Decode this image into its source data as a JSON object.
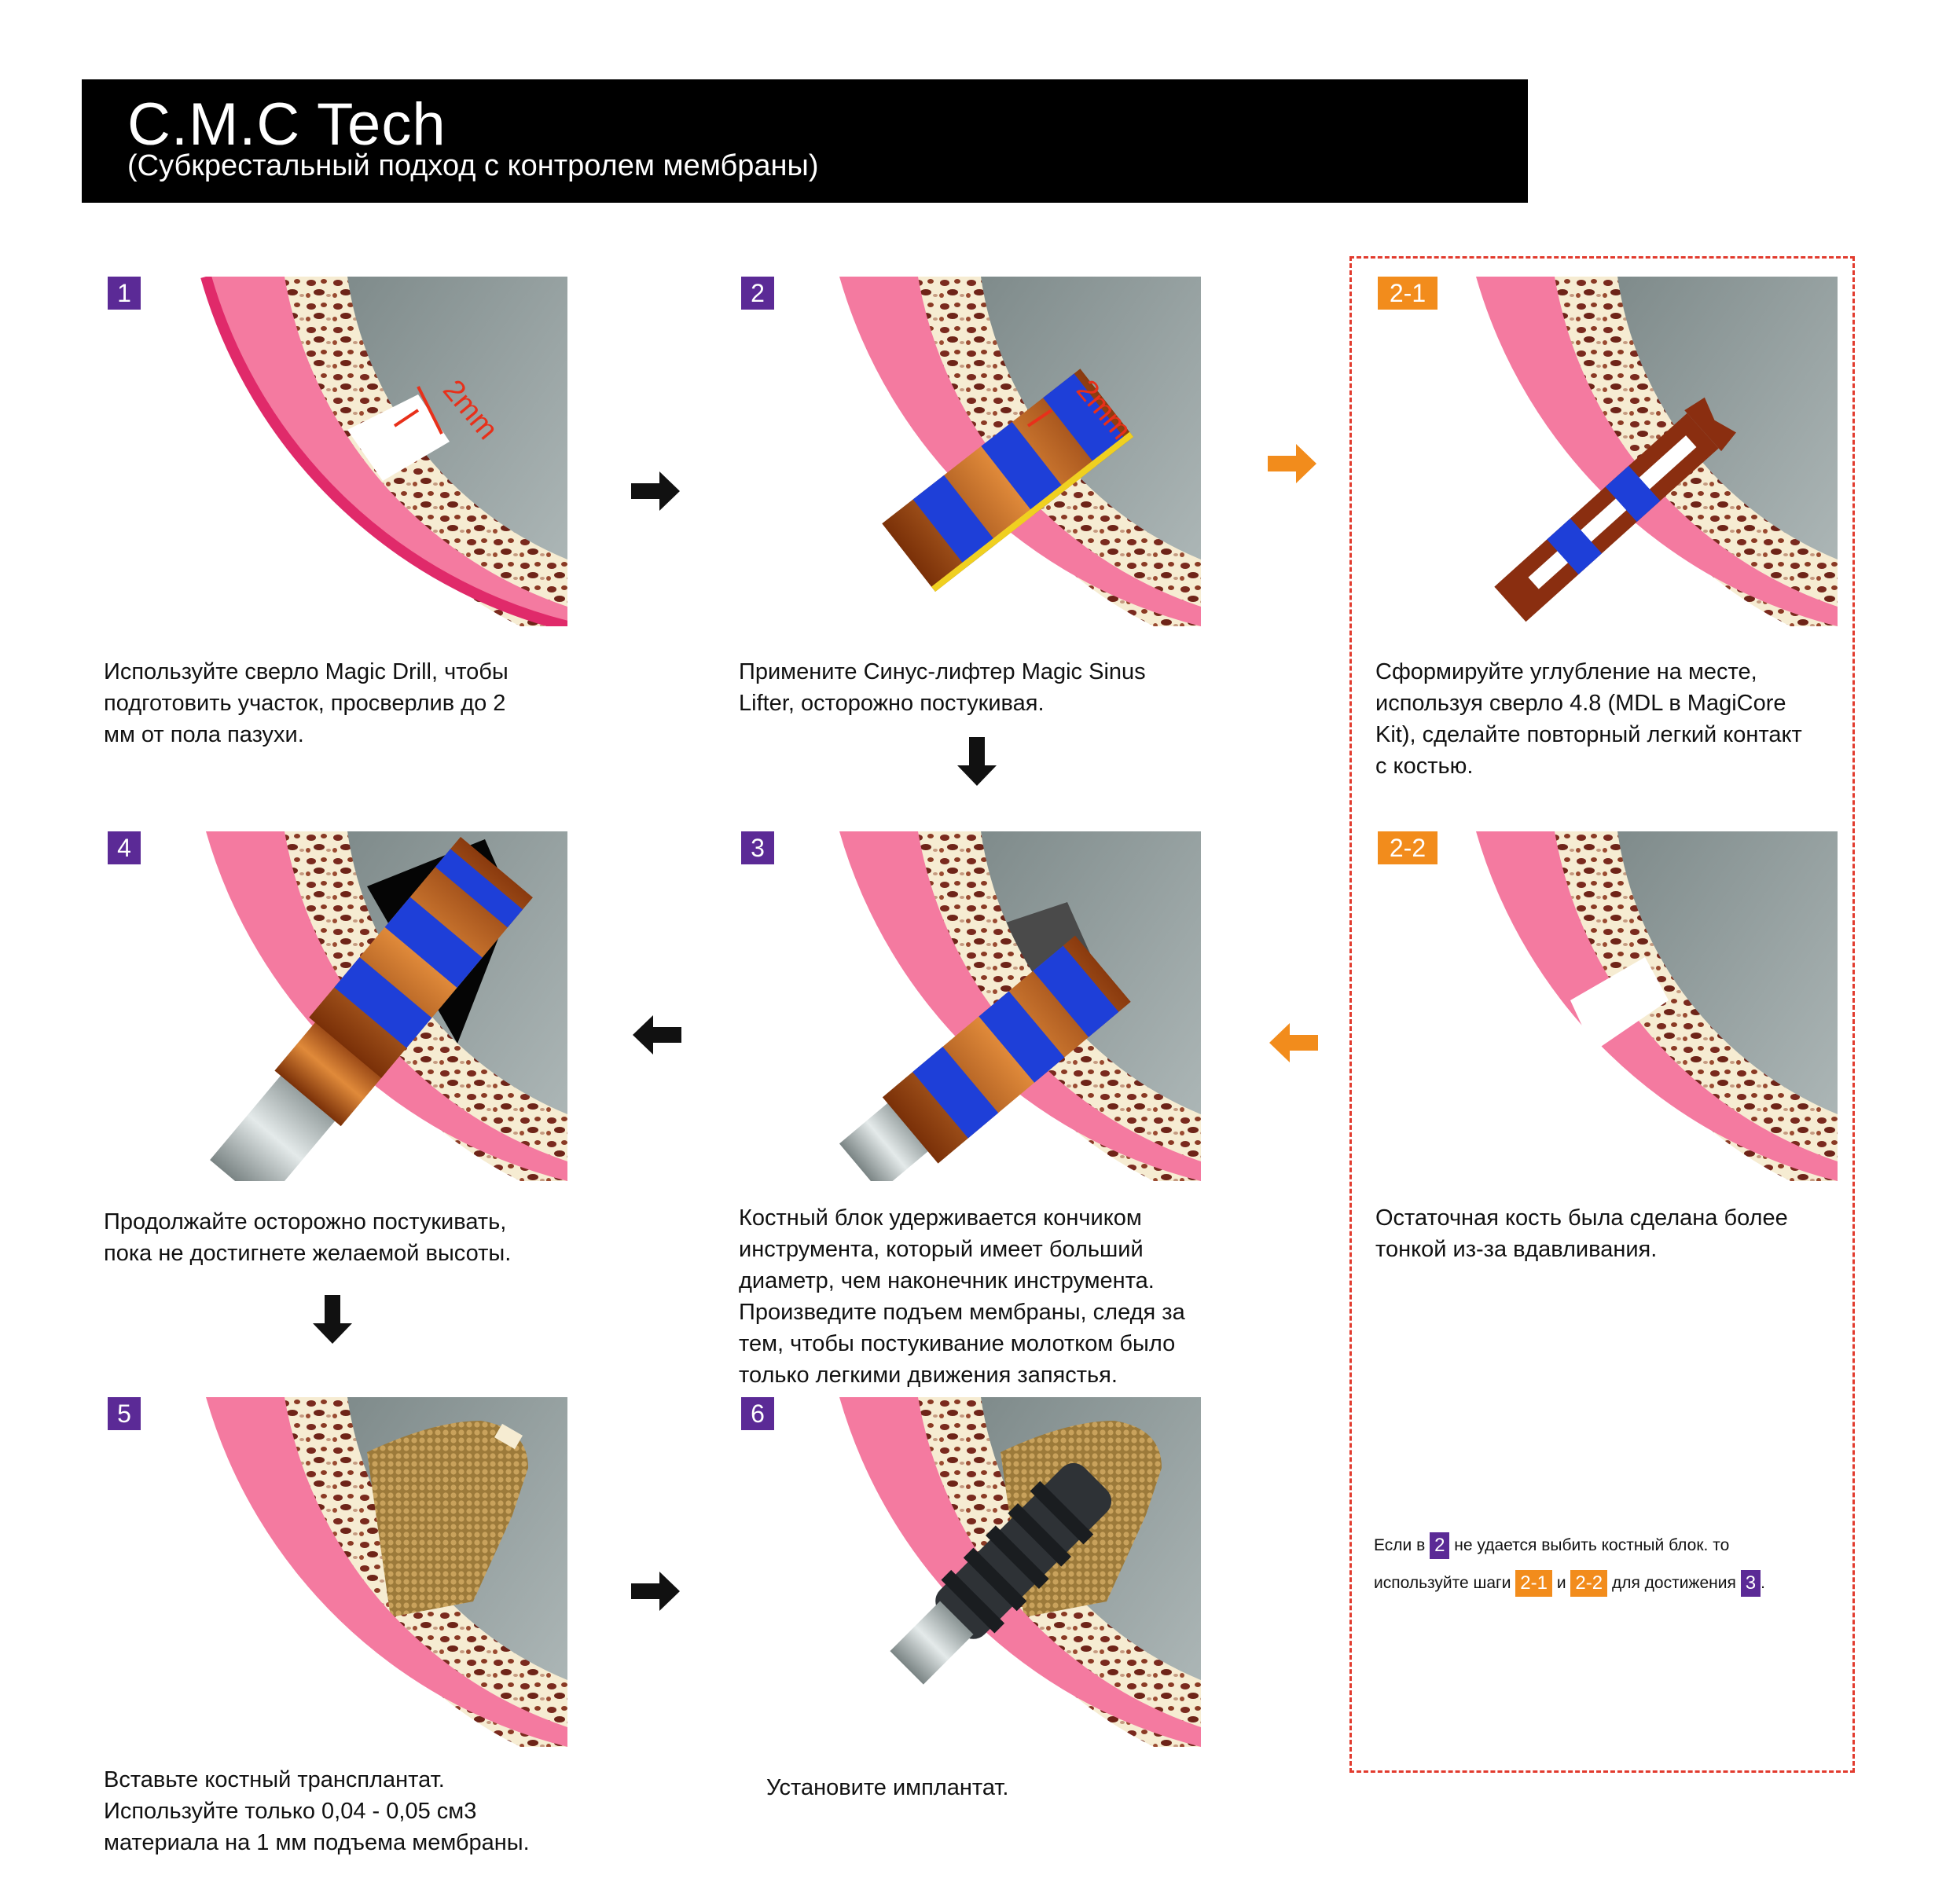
{
  "header": {
    "title": "C.M.C Tech",
    "subtitle": "(Субкрестальный подход с контролем мембраны)"
  },
  "steps": {
    "s1": {
      "badge": "1",
      "caption_lines": [
        "Используйте сверло Magic Drill, чтобы",
        "подготовить участок, просверлив до 2",
        "мм от пола пазухи."
      ],
      "measure": "2mm"
    },
    "s2": {
      "badge": "2",
      "caption_lines": [
        "Примените Синус-лифтер Magic Sinus",
        "Lifter, осторожно постукивая."
      ],
      "measure": "2mm"
    },
    "s21": {
      "badge": "2-1",
      "caption_lines": [
        "Сформируйте углубление на месте,",
        "используя сверло 4.8 (MDL в MagiCore",
        "Kit), сделайте повторный легкий контакт",
        "с костью."
      ]
    },
    "s4": {
      "badge": "4",
      "caption_lines": [
        "Продолжайте осторожно постукивать,",
        "пока не достигнете желаемой высоты."
      ]
    },
    "s3": {
      "badge": "3",
      "caption_lines": [
        "Костный блок удерживается кончиком",
        "инструмента, который имеет больший",
        "диаметр, чем наконечник инструмента.",
        "Произведите подъем мембраны, следя за",
        "тем, чтобы постукивание молотком было",
        "только легкими движения запястья."
      ]
    },
    "s22": {
      "badge": "2-2",
      "caption_lines": [
        "Остаточная кость была сделана более",
        "тонкой из-за вдавливания."
      ]
    },
    "s5": {
      "badge": "5",
      "caption_lines": [
        "Вставьте костный трансплантат.",
        "Используйте только 0,04 - 0,05 см3",
        "материала на 1 мм подъема мембраны."
      ]
    },
    "s6": {
      "badge": "6",
      "caption_lines": [
        "Установите имплантат."
      ]
    }
  },
  "note": {
    "l1a": "Если в",
    "b1": "2",
    "l1b": "не удается выбить костный блок. то",
    "l2a": "используйте шаги",
    "b2": "2-1",
    "l2b": "и",
    "b3": "2-2",
    "l2c": "для достижения",
    "b4": "3",
    "l2d": "."
  },
  "colors": {
    "gum": "#f47aa0",
    "gum_dark": "#e02a6a",
    "bone": "#f6ecd2",
    "bone_spot": "#7a2a1e",
    "sinus": "#9ea9a9",
    "tool_copper": "#c8641a",
    "tool_blue": "#1e3fd8",
    "tool_yellow": "#f0d020",
    "graft": "#b08a48",
    "accent_purple": "#5b2a96",
    "accent_orange": "#f28c1c",
    "measure_red": "#e8301a"
  }
}
